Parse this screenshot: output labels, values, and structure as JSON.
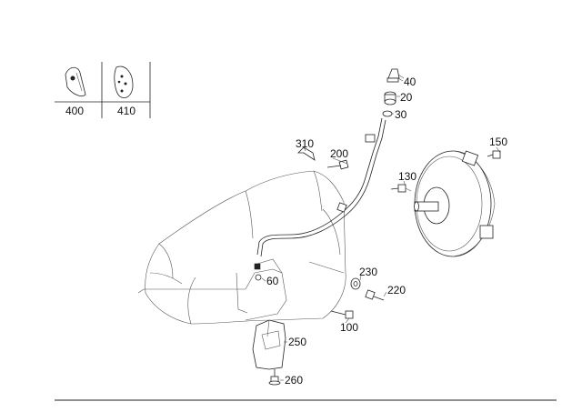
{
  "callouts": {
    "c40": "40",
    "c20": "20",
    "c30": "30",
    "c310": "310",
    "c200": "200",
    "c150": "150",
    "c130": "130",
    "c60": "60",
    "c230": "230",
    "c220": "220",
    "c100": "100",
    "c250": "250",
    "c260": "260"
  },
  "inset": {
    "left_label": "400",
    "right_label": "410"
  }
}
